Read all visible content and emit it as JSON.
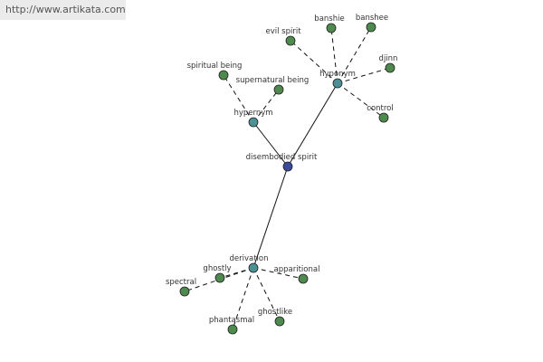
{
  "watermark": {
    "url": "http://www.artikata.com"
  },
  "colors": {
    "leaf": "#4e8a4e",
    "relation": "#4d9095",
    "center": "#3b4a9a",
    "node_stroke": "#1f1f1f",
    "edge": "#111111",
    "label": "#333333"
  },
  "graph": {
    "nodes": [
      {
        "id": "disembodied-spirit",
        "label": "disembodied spirit",
        "kind": "center"
      },
      {
        "id": "hypernym-1",
        "label": "hypernym",
        "kind": "relation"
      },
      {
        "id": "hyponym-1",
        "label": "hyponym",
        "kind": "relation"
      },
      {
        "id": "derivation-1",
        "label": "derivation",
        "kind": "relation"
      },
      {
        "id": "spiritual-being",
        "label": "spiritual being",
        "kind": "leaf"
      },
      {
        "id": "supernatural-being",
        "label": "supernatural being",
        "kind": "leaf"
      },
      {
        "id": "evil-spirit",
        "label": "evil spirit",
        "kind": "leaf"
      },
      {
        "id": "banshie",
        "label": "banshie",
        "kind": "leaf"
      },
      {
        "id": "banshee",
        "label": "banshee",
        "kind": "leaf"
      },
      {
        "id": "djinn",
        "label": "djinn",
        "kind": "leaf"
      },
      {
        "id": "control",
        "label": "control",
        "kind": "leaf"
      },
      {
        "id": "ghostly",
        "label": "ghostly",
        "kind": "leaf"
      },
      {
        "id": "spectral",
        "label": "spectral",
        "kind": "leaf"
      },
      {
        "id": "apparitional",
        "label": "apparitional",
        "kind": "leaf"
      },
      {
        "id": "phantasmal",
        "label": "phantasmal",
        "kind": "leaf"
      },
      {
        "id": "ghostlike",
        "label": "ghostlike",
        "kind": "leaf"
      }
    ],
    "edges": [
      {
        "from": "disembodied-spirit",
        "to": "hypernym-1",
        "style": "solid"
      },
      {
        "from": "disembodied-spirit",
        "to": "hyponym-1",
        "style": "solid"
      },
      {
        "from": "disembodied-spirit",
        "to": "derivation-1",
        "style": "solid"
      },
      {
        "from": "hypernym-1",
        "to": "spiritual-being",
        "style": "dashed"
      },
      {
        "from": "hypernym-1",
        "to": "supernatural-being",
        "style": "dashed"
      },
      {
        "from": "hyponym-1",
        "to": "evil-spirit",
        "style": "dashed"
      },
      {
        "from": "hyponym-1",
        "to": "banshie",
        "style": "dashed"
      },
      {
        "from": "hyponym-1",
        "to": "banshee",
        "style": "dashed"
      },
      {
        "from": "hyponym-1",
        "to": "djinn",
        "style": "dashed"
      },
      {
        "from": "hyponym-1",
        "to": "control",
        "style": "dashed"
      },
      {
        "from": "derivation-1",
        "to": "ghostly",
        "style": "dashed"
      },
      {
        "from": "derivation-1",
        "to": "spectral",
        "style": "dashed"
      },
      {
        "from": "derivation-1",
        "to": "apparitional",
        "style": "dashed"
      },
      {
        "from": "derivation-1",
        "to": "phantasmal",
        "style": "dashed"
      },
      {
        "from": "derivation-1",
        "to": "ghostlike",
        "style": "dashed"
      }
    ]
  }
}
